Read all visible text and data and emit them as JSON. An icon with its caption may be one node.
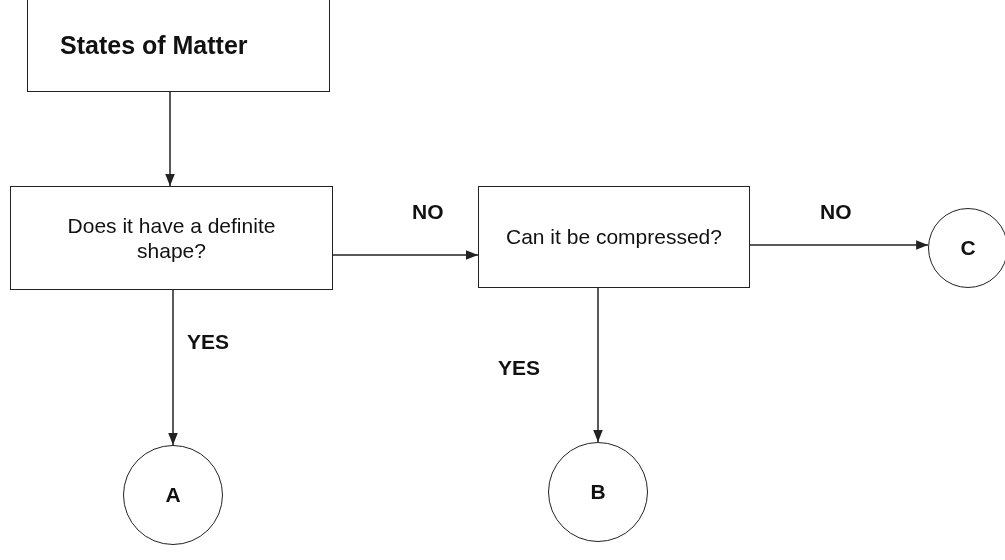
{
  "diagram": {
    "nodes": [
      {
        "text": [
          "States of Matter"
        ]
      },
      {
        "text": [
          "Does it have a definite shape?"
        ]
      },
      {
        "text": [
          "Can it be compressed?"
        ]
      },
      {
        "text": [
          "C"
        ]
      },
      {
        "text": [
          "A"
        ]
      },
      {
        "text": [
          "B"
        ]
      }
    ],
    "edges": [
      {
        "from": 0,
        "to": 1,
        "arrow": "to"
      },
      {
        "from": 1,
        "to": 2,
        "arrow": "to",
        "label": "NO"
      },
      {
        "from": 2,
        "to": 3,
        "arrow": "to",
        "label": "NO"
      },
      {
        "from": 1,
        "to": 4,
        "arrow": "to",
        "label": "YES"
      },
      {
        "from": 2,
        "to": 5,
        "arrow": "to",
        "label": "YES"
      }
    ]
  }
}
